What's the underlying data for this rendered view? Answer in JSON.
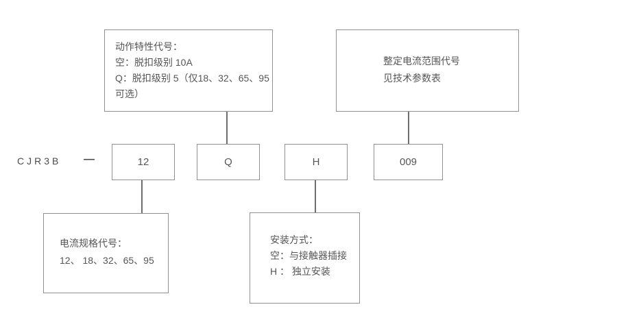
{
  "diagram": {
    "model_prefix": "CJR3B",
    "separator": "—",
    "codes": {
      "current_spec": "12",
      "trip_class": "Q",
      "mounting": "H",
      "current_range": "009"
    },
    "callouts": {
      "trip_class": {
        "lines": [
          "动作特性代号：",
          "空：脱扣级别 10A",
          "Q：脱扣级别 5（仅18、32、65、95",
          "可选）"
        ]
      },
      "current_range": {
        "lines": [
          "整定电流范围代号",
          "见技术参数表"
        ]
      },
      "current_spec": {
        "lines": [
          "电流规格代号：",
          "12、  18、32、65、95"
        ]
      },
      "mounting": {
        "lines": [
          "安装方式：",
          "空：与接触器插接",
          "H ： 独立安装"
        ]
      }
    },
    "colors": {
      "border": "#8f8f8f",
      "line": "#6e6e6e",
      "text": "#555555",
      "background": "#ffffff"
    }
  }
}
